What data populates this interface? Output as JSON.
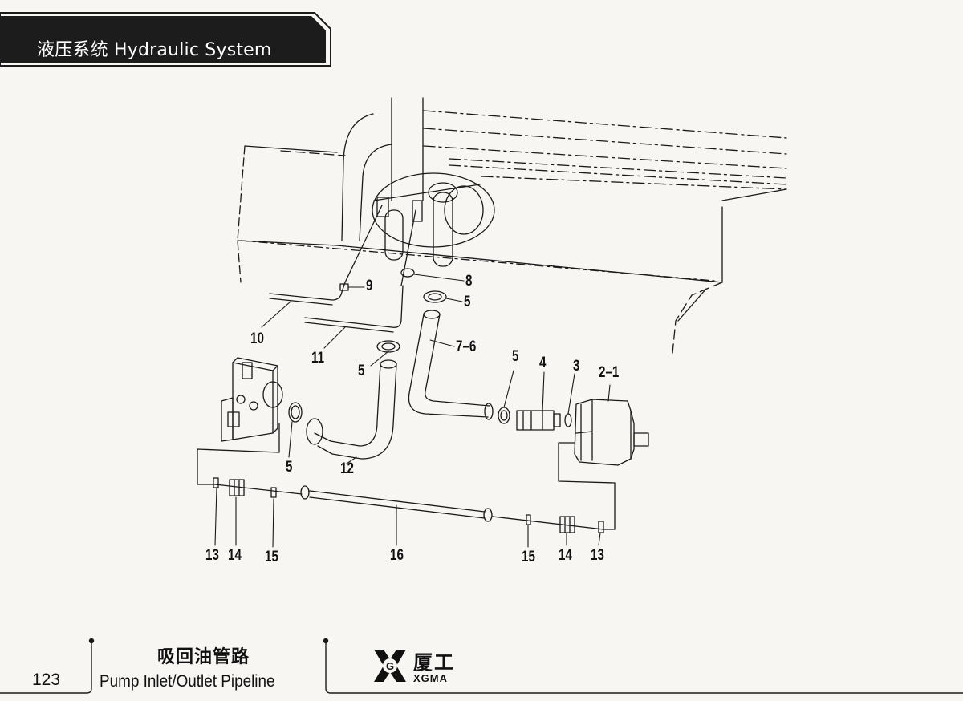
{
  "header": {
    "title": "液压系统  Hydraulic System"
  },
  "callouts": [
    {
      "id": "c9",
      "text": "9"
    },
    {
      "id": "c8",
      "text": "8"
    },
    {
      "id": "c5a",
      "text": "5"
    },
    {
      "id": "c10",
      "text": "10"
    },
    {
      "id": "c11",
      "text": "11"
    },
    {
      "id": "c5b",
      "text": "5"
    },
    {
      "id": "c7_6",
      "text": "7–6"
    },
    {
      "id": "c5c",
      "text": "5"
    },
    {
      "id": "c4",
      "text": "4"
    },
    {
      "id": "c3",
      "text": "3"
    },
    {
      "id": "c2_1",
      "text": "2–1"
    },
    {
      "id": "c5d",
      "text": "5"
    },
    {
      "id": "c12",
      "text": "12"
    },
    {
      "id": "c13a",
      "text": "13"
    },
    {
      "id": "c14a",
      "text": "14"
    },
    {
      "id": "c15a",
      "text": "15"
    },
    {
      "id": "c16",
      "text": "16"
    },
    {
      "id": "c15b",
      "text": "15"
    },
    {
      "id": "c14b",
      "text": "14"
    },
    {
      "id": "c13b",
      "text": "13"
    }
  ],
  "footer": {
    "page_number": "123",
    "title_cn": "吸回油管路",
    "title_en": "Pump Inlet/Outlet Pipeline",
    "logo_cn": "厦工",
    "logo_en": "XGMA"
  },
  "colors": {
    "header_bg": "#1c1c1c",
    "line": "#1a1a1a",
    "paper": "#f7f6f3"
  }
}
